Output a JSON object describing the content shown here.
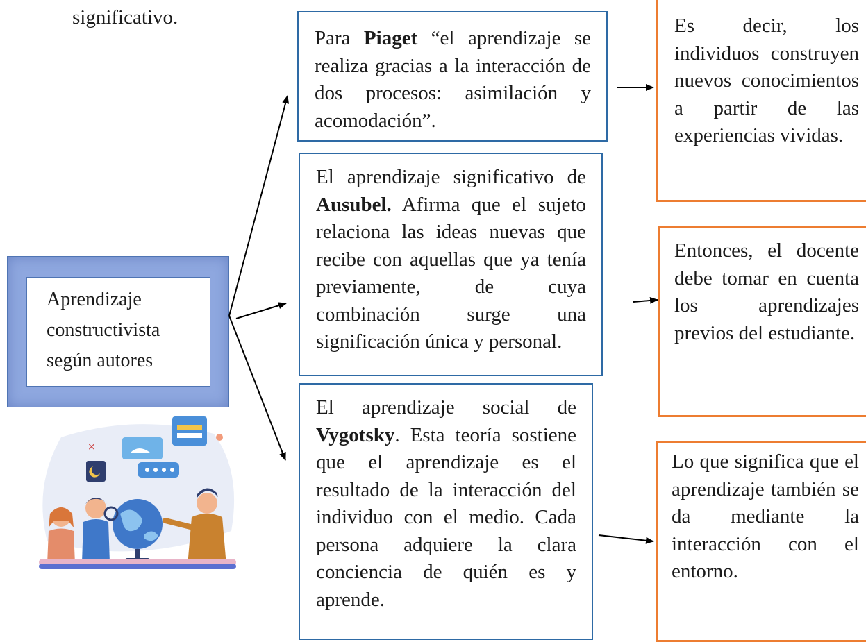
{
  "top_text": "significativo.",
  "center": {
    "lines": [
      "Aprendizaje",
      "constructivista",
      "según autores"
    ]
  },
  "piaget": {
    "lead": "Para ",
    "author": "Piaget",
    "body": " “el aprendizaje se realiza gracias a la interacción de dos procesos: asimilación y acomodación”."
  },
  "ausubel": {
    "lead": "El aprendizaje significativo de ",
    "author": "Ausubel.",
    "body": " Afirma que el sujeto relaciona las ideas nuevas que recibe con aquellas que ya tenía previamente, de cuya combinación surge una significación única y personal."
  },
  "vygotsky": {
    "lead": "El aprendizaje social de ",
    "author": "Vygotsky",
    "body": ". Esta teoría sostiene que el aprendizaje es el resultado de la interacción del individuo con el medio. Cada persona adquiere la clara conciencia de quién es y aprende."
  },
  "result_piaget": "Es decir, los individuos construyen nuevos conocimientos a partir de las experiencias vividas.",
  "result_ausubel": "Entonces, el docente debe tomar en cuenta los aprendizajes previos del estudiante.",
  "result_vygotsky": "Lo que significa que el aprendizaje también se da mediante la interacción con el entorno.",
  "illustration": "teacher-with-students-and-globe-illustration"
}
